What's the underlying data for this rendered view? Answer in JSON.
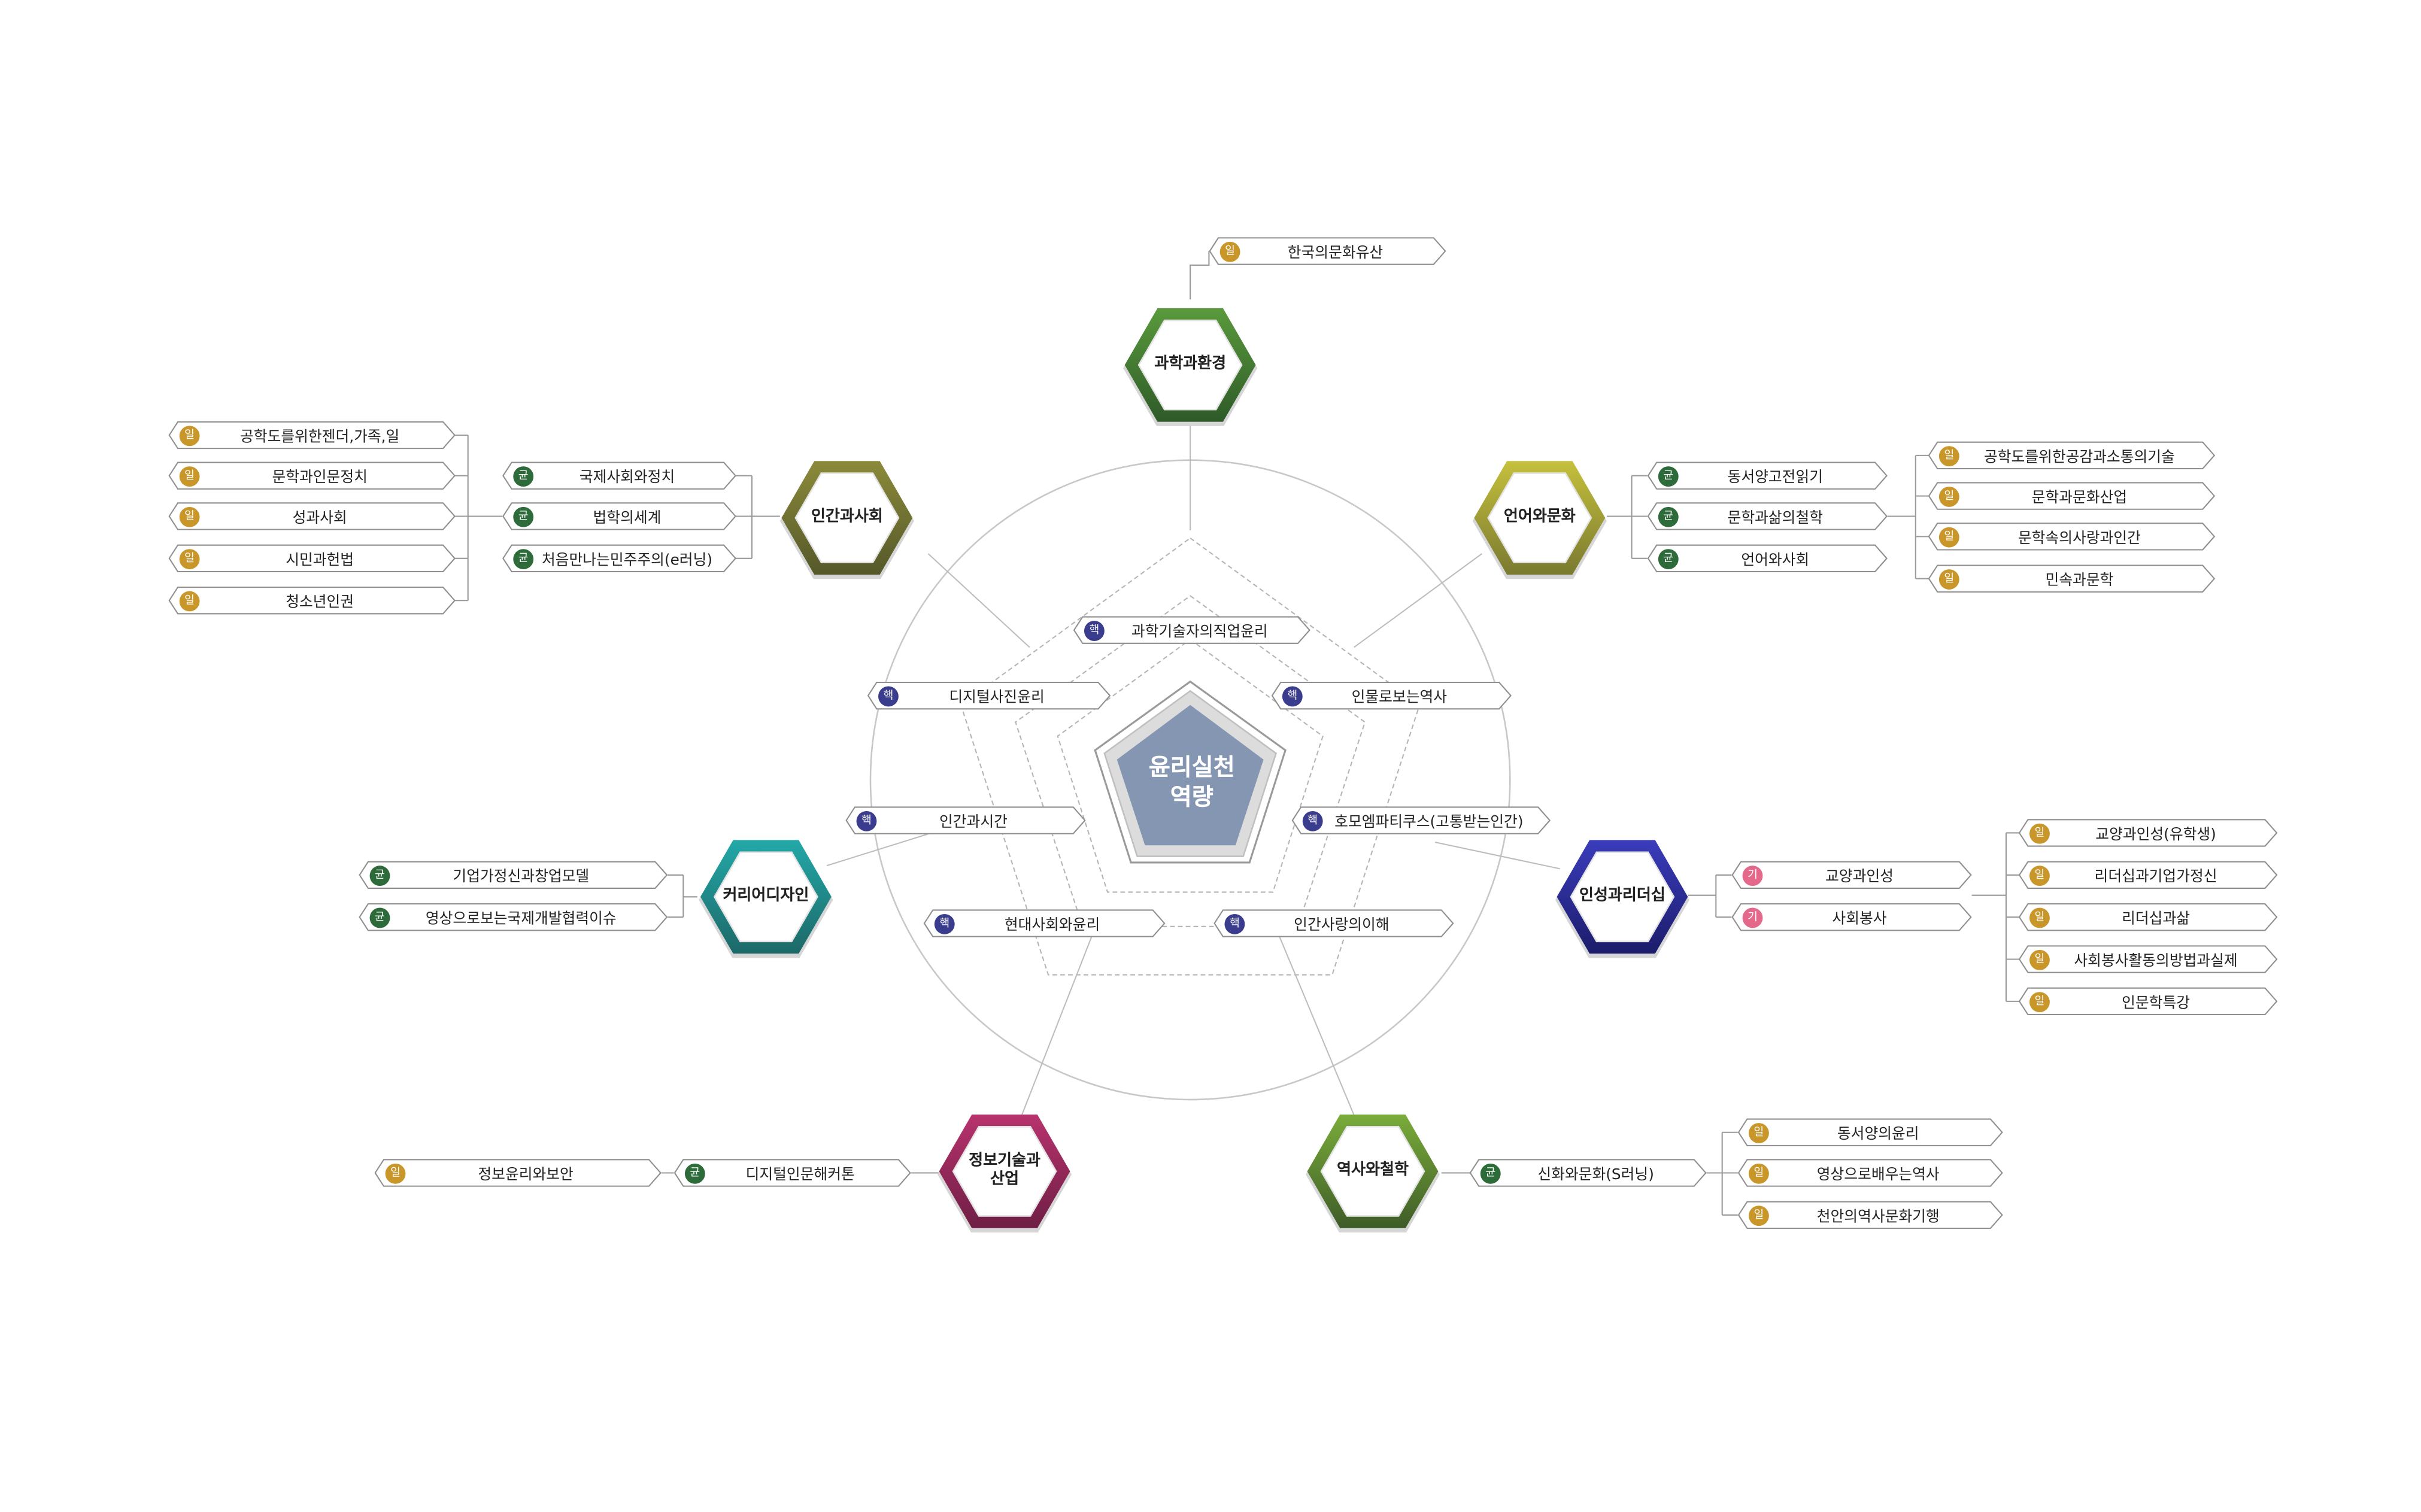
{
  "center": {
    "label": "윤리실천\n역량",
    "color": "#8596b2"
  },
  "badge_colors": {
    "일": "#c9962a",
    "균": "#2e6b3a",
    "핵": "#3a3c8e",
    "기": "#e3688a"
  },
  "hexagons": [
    {
      "id": "science",
      "label": "과학과환경",
      "color_top": "#5a9a3c",
      "color_bottom": "#2e5a28"
    },
    {
      "id": "human",
      "label": "인간과사회",
      "color_top": "#8b8a3a",
      "color_bottom": "#55582a"
    },
    {
      "id": "language",
      "label": "언어와문화",
      "color_top": "#c5c03c",
      "color_bottom": "#7a7a30"
    },
    {
      "id": "career",
      "label": "커리어디자인",
      "color_top": "#23a8a8",
      "color_bottom": "#1d6868"
    },
    {
      "id": "character",
      "label": "인성과리더십",
      "color_top": "#3a3cbc",
      "color_bottom": "#1c1c6a"
    },
    {
      "id": "info",
      "label": "정보기술과\n산업",
      "color_top": "#b8336e",
      "color_bottom": "#6e1e44"
    },
    {
      "id": "history",
      "label": "역사와철학",
      "color_top": "#7aac3a",
      "color_bottom": "#3e5c28"
    }
  ],
  "core_tags": [
    {
      "badge": "핵",
      "text": "과학기술자의직업윤리"
    },
    {
      "badge": "핵",
      "text": "디지털사진윤리"
    },
    {
      "badge": "핵",
      "text": "인물로보는역사"
    },
    {
      "badge": "핵",
      "text": "인간과시간"
    },
    {
      "badge": "핵",
      "text": "호모엠파티쿠스(고통받는인간)"
    },
    {
      "badge": "핵",
      "text": "현대사회와윤리"
    },
    {
      "badge": "핵",
      "text": "인간사랑의이해"
    }
  ],
  "outer_tags": {
    "science": [
      {
        "badge": "일",
        "text": "한국의문화유산"
      }
    ],
    "human_level2": [
      {
        "badge": "균",
        "text": "국제사회와정치"
      },
      {
        "badge": "균",
        "text": "법학의세계"
      },
      {
        "badge": "균",
        "text": "처음만나는민주주의(e러닝)"
      }
    ],
    "human_level3": [
      {
        "badge": "일",
        "text": "공학도를위한젠더,가족,일"
      },
      {
        "badge": "일",
        "text": "문학과인문정치"
      },
      {
        "badge": "일",
        "text": "성과사회"
      },
      {
        "badge": "일",
        "text": "시민과헌법"
      },
      {
        "badge": "일",
        "text": "청소년인권"
      }
    ],
    "language_level2": [
      {
        "badge": "균",
        "text": "동서양고전읽기"
      },
      {
        "badge": "균",
        "text": "문학과삶의철학"
      },
      {
        "badge": "균",
        "text": "언어와사회"
      }
    ],
    "language_level3": [
      {
        "badge": "일",
        "text": "공학도를위한공감과소통의기술"
      },
      {
        "badge": "일",
        "text": "문학과문화산업"
      },
      {
        "badge": "일",
        "text": "문학속의사랑과인간"
      },
      {
        "badge": "일",
        "text": "민속과문학"
      }
    ],
    "career": [
      {
        "badge": "균",
        "text": "기업가정신과창업모델"
      },
      {
        "badge": "균",
        "text": "영상으로보는국제개발협력이슈"
      }
    ],
    "character_level2": [
      {
        "badge": "기",
        "text": "교양과인성"
      },
      {
        "badge": "기",
        "text": "사회봉사"
      }
    ],
    "character_level3": [
      {
        "badge": "일",
        "text": "교양과인성(유학생)"
      },
      {
        "badge": "일",
        "text": "리더십과기업가정신"
      },
      {
        "badge": "일",
        "text": "리더십과삶"
      },
      {
        "badge": "일",
        "text": "사회봉사활동의방법과실제"
      },
      {
        "badge": "일",
        "text": "인문학특강"
      }
    ],
    "info_level2": [
      {
        "badge": "균",
        "text": "디지털인문해커톤"
      }
    ],
    "info_level3": [
      {
        "badge": "일",
        "text": "정보윤리와보안"
      }
    ],
    "history_level2": [
      {
        "badge": "균",
        "text": "신화와문화(S러닝)"
      }
    ],
    "history_level3": [
      {
        "badge": "일",
        "text": "동서양의윤리"
      },
      {
        "badge": "일",
        "text": "영상으로배우는역사"
      },
      {
        "badge": "일",
        "text": "천안의역사문화기행"
      }
    ]
  }
}
